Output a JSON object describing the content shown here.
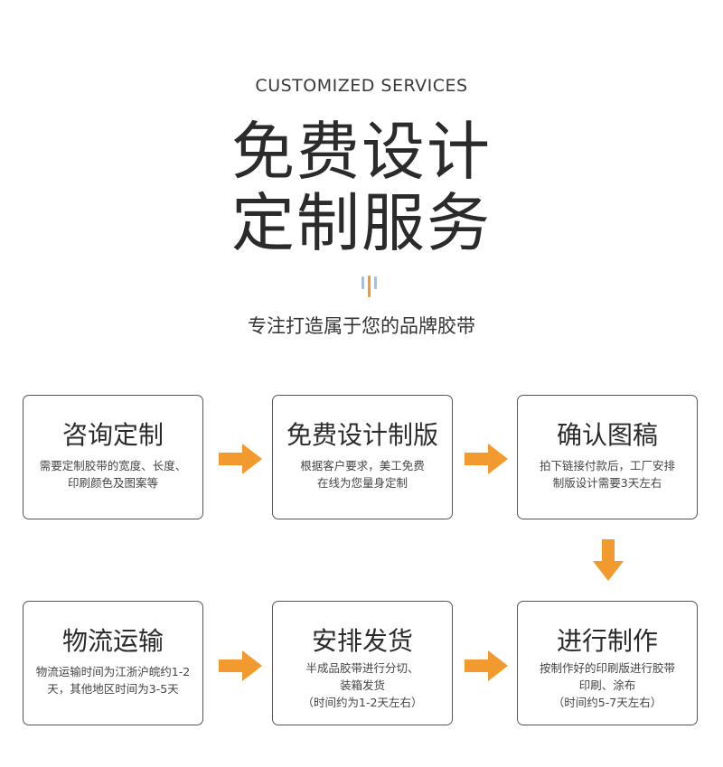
{
  "header": {
    "subtitle_en": "CUSTOMIZED SERVICES",
    "title_line1": "免费设计",
    "title_line2": "定制服务",
    "tagline": "专注打造属于您的品牌胶带"
  },
  "colors": {
    "accent": "#f29a2e",
    "accent_soft": "#a9bfd8",
    "border": "#555555",
    "text": "#333333"
  },
  "steps": [
    {
      "title": "咨询定制",
      "desc": [
        "需要定制胶带的宽度、长度、",
        "印刷颜色及图案等"
      ]
    },
    {
      "title": "免费设计制版",
      "desc": [
        "根据客户要求，美工免费",
        "在线为您量身定制"
      ]
    },
    {
      "title": "确认图稿",
      "desc": [
        "拍下链接付款后，工厂安排",
        "制版设计需要3天左右"
      ]
    },
    {
      "title": "进行制作",
      "desc": [
        "按制作好的印刷版进行胶带",
        "印刷、涂布",
        "（时间约5-7天左右）"
      ]
    },
    {
      "title": "安排发货",
      "desc": [
        "半成品胶带进行分切、",
        "装箱发货",
        "（时间约为1-2天左右）"
      ]
    },
    {
      "title": "物流运输",
      "desc": [
        "物流运输时间为江浙沪皖约1-2",
        "天，其他地区时间为3-5天"
      ]
    }
  ],
  "icons": {
    "arrow_right": "arrow-right-icon",
    "arrow_down": "arrow-down-icon",
    "divider": "divider-bars-icon"
  }
}
